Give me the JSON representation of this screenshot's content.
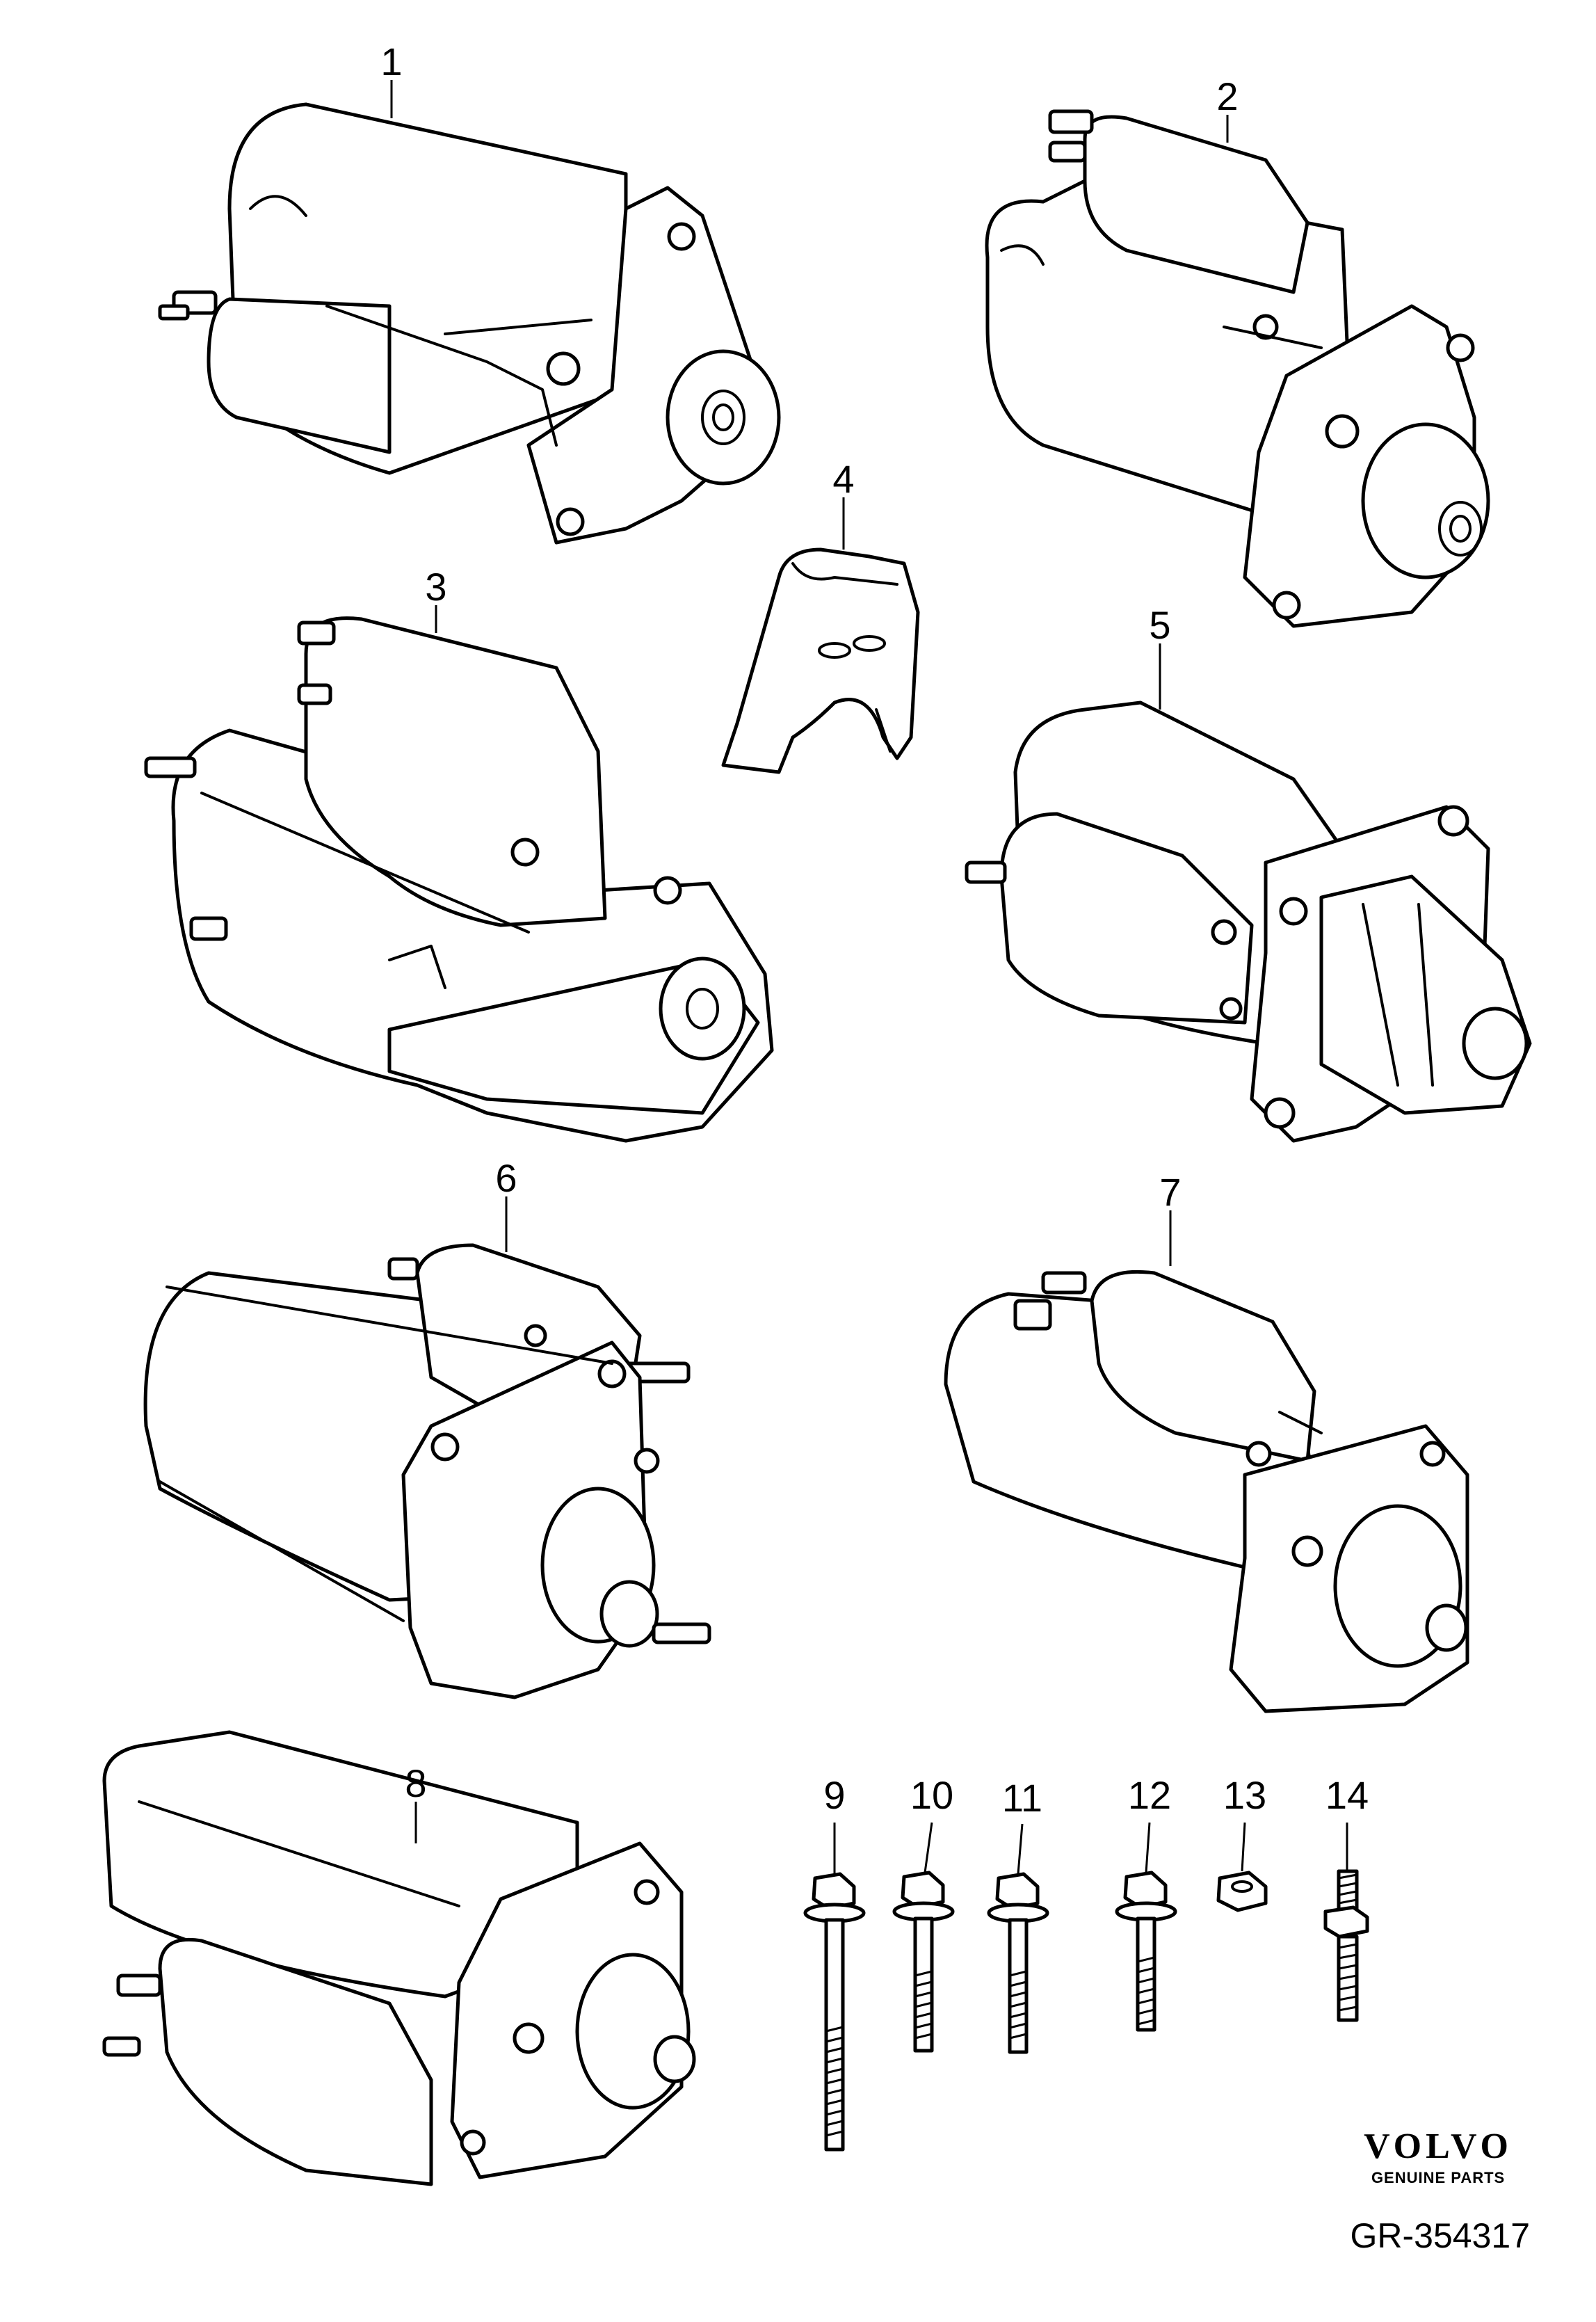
{
  "diagram": {
    "callouts": [
      {
        "id": "p1",
        "label": "1"
      },
      {
        "id": "p2",
        "label": "2"
      },
      {
        "id": "p3",
        "label": "3"
      },
      {
        "id": "p4",
        "label": "4"
      },
      {
        "id": "p5",
        "label": "5"
      },
      {
        "id": "p6",
        "label": "6"
      },
      {
        "id": "p7",
        "label": "7"
      },
      {
        "id": "p8",
        "label": "8"
      },
      {
        "id": "p9",
        "label": "9"
      },
      {
        "id": "p10",
        "label": "10"
      },
      {
        "id": "p11",
        "label": "11"
      },
      {
        "id": "p12",
        "label": "12"
      },
      {
        "id": "p13",
        "label": "13"
      },
      {
        "id": "p14",
        "label": "14"
      }
    ]
  },
  "branding": {
    "logo_text": "VOLVO",
    "tagline": "GENUINE PARTS",
    "reference": "GR-354317"
  }
}
